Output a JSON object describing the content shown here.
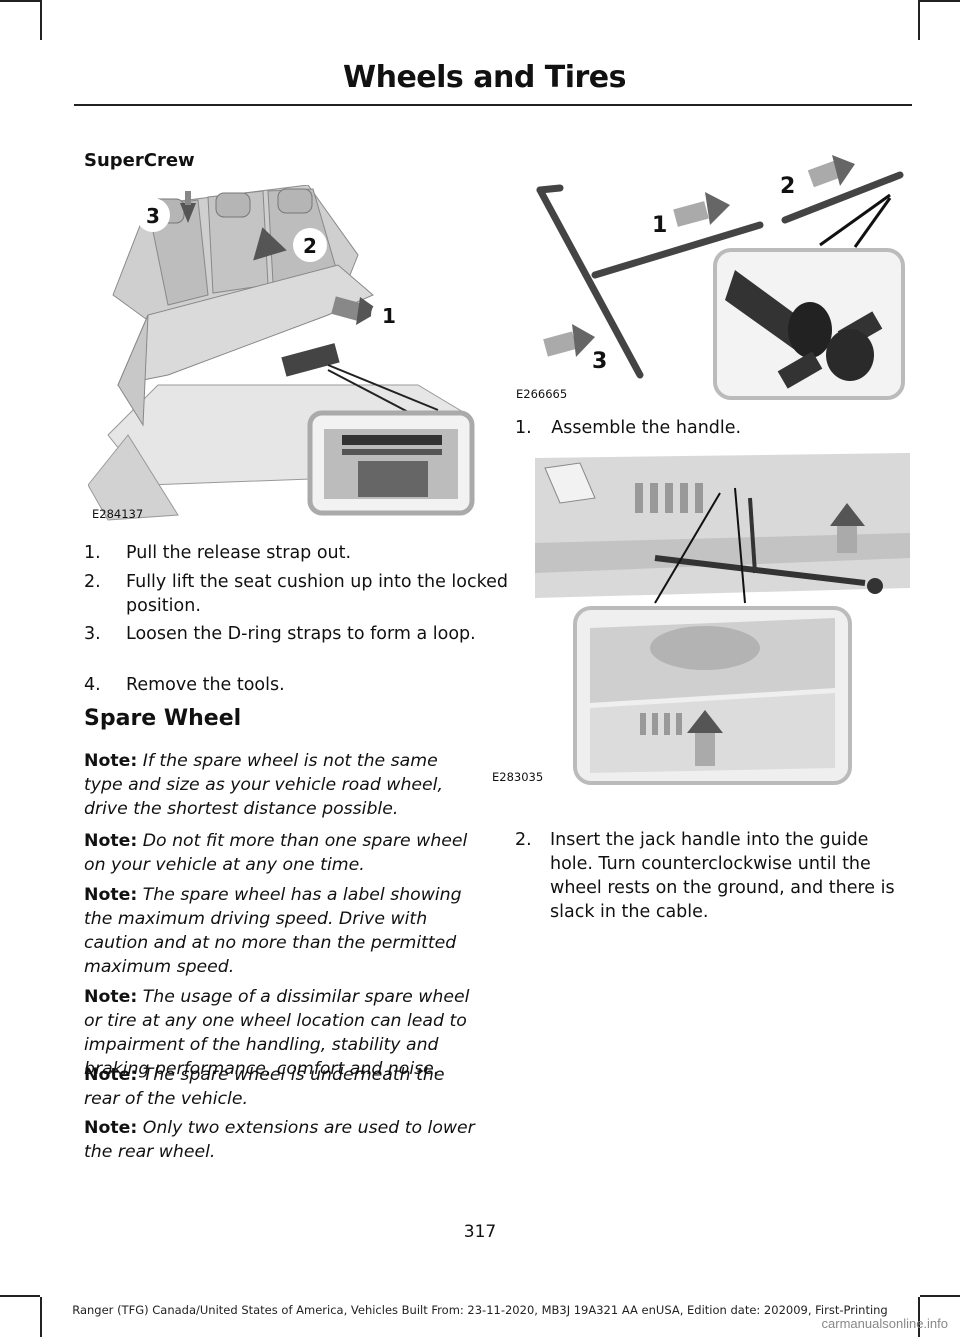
{
  "header": {
    "title": "Wheels and Tires"
  },
  "left": {
    "subheading": "SuperCrew",
    "figure1": {
      "code": "E284137",
      "callouts": [
        "3",
        "2",
        "1"
      ]
    },
    "steps": [
      {
        "num": "1.",
        "text": "Pull the release strap out."
      },
      {
        "num": "2.",
        "text": "Fully lift the seat cushion up into the locked position."
      },
      {
        "num": "3.",
        "text": "Loosen the D-ring straps to form a loop."
      },
      {
        "num": "4.",
        "text": "Remove the tools."
      }
    ],
    "section_title": "Spare Wheel",
    "notes": [
      {
        "label": "Note:",
        "text": "If the spare wheel is not the same type and size as your vehicle road wheel, drive the shortest distance possible."
      },
      {
        "label": "Note:",
        "text": "Do not fit more than one spare wheel on your vehicle at any one time."
      },
      {
        "label": "Note:",
        "text": "The spare wheel has a label showing the maximum driving speed. Drive with caution and at no more than the permitted maximum speed."
      },
      {
        "label": "Note:",
        "text": "The usage of a dissimilar spare wheel or tire at any one wheel location can lead to impairment of the handling, stability and braking performance, comfort and noise."
      },
      {
        "label": "Note:",
        "text": "The spare wheel is underneath the rear of the vehicle."
      },
      {
        "label": "Note:",
        "text": "Only two extensions are used to lower the rear wheel."
      }
    ]
  },
  "right": {
    "figure2": {
      "code": "E266665",
      "callouts": [
        "2",
        "1",
        "3"
      ]
    },
    "step1": {
      "num": "1.",
      "text": "Assemble the handle."
    },
    "figure3": {
      "code": "E283035"
    },
    "step2": {
      "num": "2.",
      "text": "Insert the jack handle into the guide hole. Turn counterclockwise until the wheel rests on the ground, and there is slack in the cable."
    }
  },
  "page_number": "317",
  "footer": "Ranger (TFG) Canada/United States of America, Vehicles Built From: 23-11-2020, MB3J 19A321 AA enUSA, Edition date: 202009, First-Printing",
  "watermark": "carmanualsonline.info"
}
